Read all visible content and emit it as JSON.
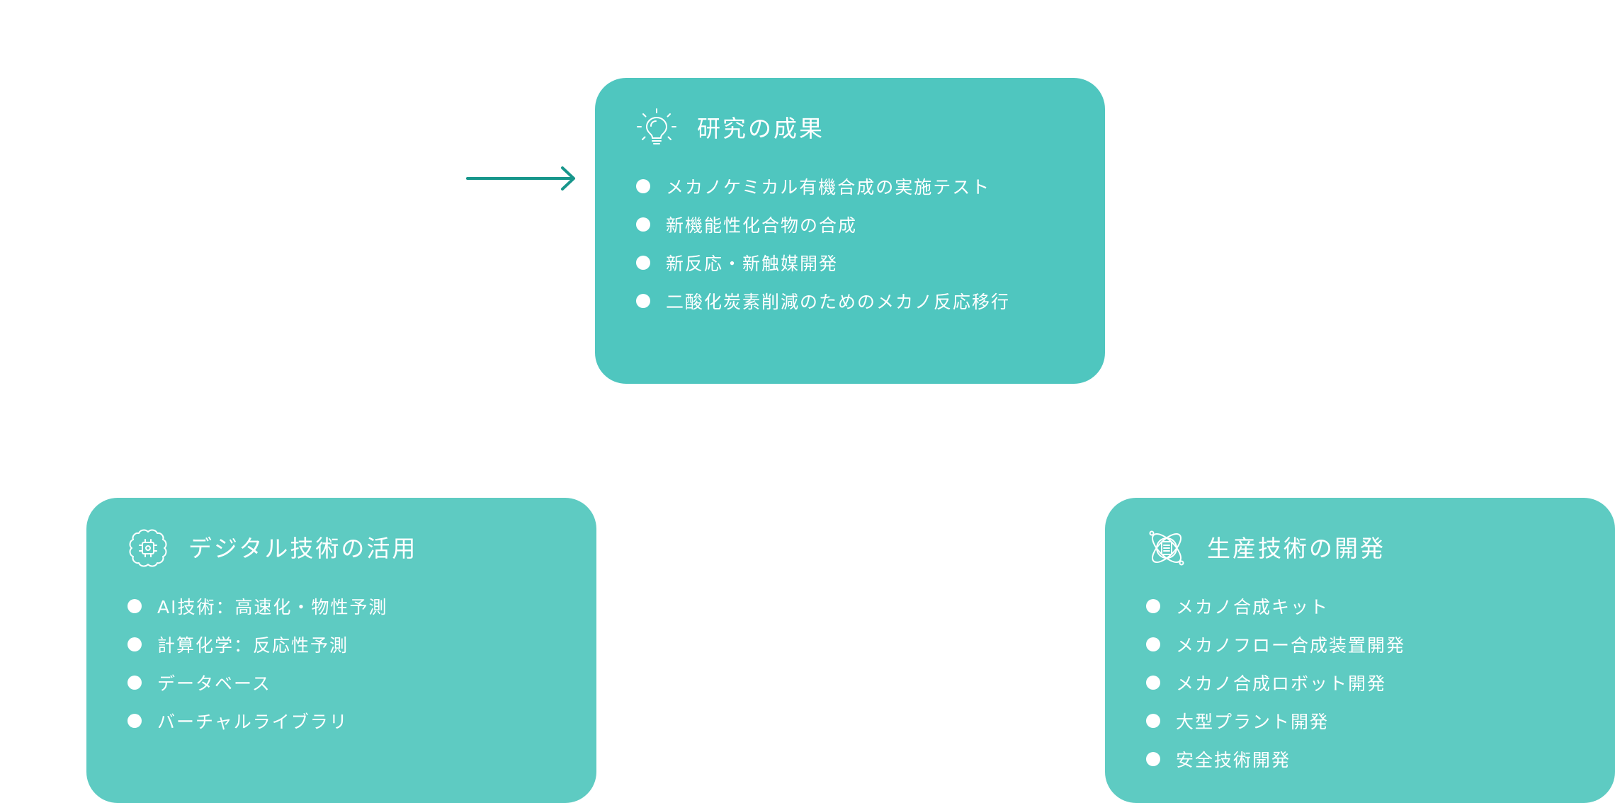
{
  "colors": {
    "card_top": "#4fc6bf",
    "card_left": "#5ecbc2",
    "card_right": "#5ecbc2",
    "arrow": "#17968b",
    "text": "#ffffff"
  },
  "cards": {
    "top": {
      "icon": "lightbulb-icon",
      "title": "研究の成果",
      "items": [
        "メカノケミカル有機合成の実施テスト",
        "新機能性化合物の合成",
        "新反応・新触媒開発",
        "二酸化炭素削減のためのメカノ反応移行"
      ]
    },
    "left": {
      "icon": "brain-icon",
      "title": "デジタル技術の活用",
      "items": [
        "AI技術：高速化・物性予測",
        "計算化学：反応性予測",
        "データベース",
        "バーチャルライブラリ"
      ]
    },
    "right": {
      "icon": "atom-document-icon",
      "title": "生産技術の開発",
      "items": [
        "メカノ合成キット",
        "メカノフロー合成装置開発",
        "メカノ合成ロボット開発",
        "大型プラント開発",
        "安全技術開発"
      ]
    }
  }
}
